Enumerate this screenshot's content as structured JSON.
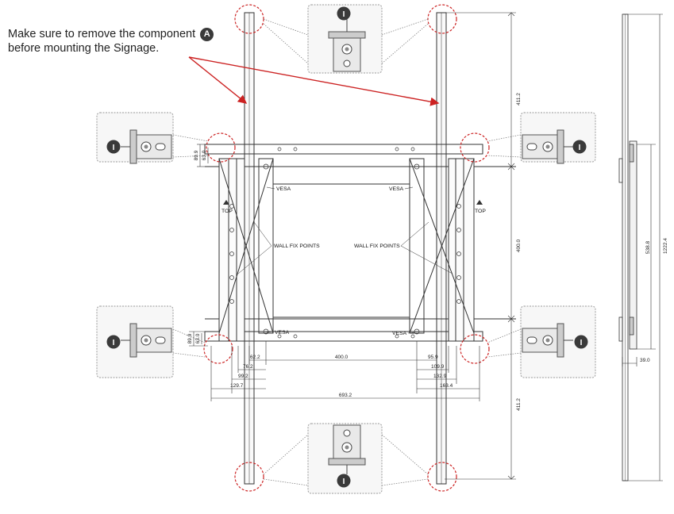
{
  "note": {
    "line1": "Make sure to remove the component",
    "component_badge": "A",
    "line2": "before mounting the Signage."
  },
  "callout_badge": "I",
  "labels": {
    "vesa": "VESA",
    "wall_fix_points": "WALL FIX POINTS",
    "top": "TOP"
  },
  "dimensions": {
    "rail_top": "411.2",
    "rail_bottom": "411.2",
    "vesa_vertical": "400.0",
    "side_total": "1222.4",
    "side_inner": "538.8",
    "side_depth": "39.0",
    "left_upper_a": "89.9",
    "left_upper_b": "63.0",
    "left_lower_a": "89.9",
    "left_lower_b": "63.0",
    "vesa_horizontal": "400.0",
    "left_1": "62.2",
    "left_2": "76.2",
    "left_3": "99.2",
    "left_4": "129.7",
    "right_1": "95.9",
    "right_2": "109.9",
    "right_3": "132.9",
    "right_4": "163.4",
    "overall_width": "693.2"
  },
  "colors": {
    "annotation_red": "#cc2222",
    "line": "#333333",
    "callout_border": "#999999",
    "callout_bg": "#f7f7f7",
    "badge": "#3a3a3a"
  },
  "icons": [
    "circle-badge-icon",
    "arrow-icon"
  ]
}
